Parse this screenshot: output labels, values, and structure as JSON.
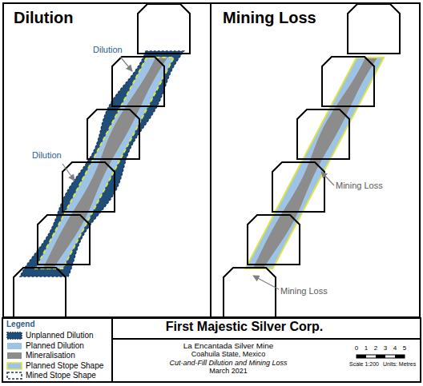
{
  "diagram": {
    "title": "First Majestic Silver Corp.",
    "nodes": [
      {
        "text": [
          "Dilution"
        ]
      },
      {
        "text": [
          "Mining Loss"
        ]
      },
      {
        "text": [
          "La Encantada Silver Mine",
          "Coahuila State, Mexico",
          "Cut-and-Fill Dilution and Mining Loss",
          "March 2021"
        ]
      }
    ],
    "labels": [
      "Dilution",
      "Dilution",
      "Mining Loss",
      "Mining Loss",
      "Legend",
      "0",
      "1",
      "2",
      "3",
      "4",
      "5",
      "Scale 1:200",
      "Units: Metres"
    ],
    "legend": [
      {
        "text": "Unplanned Dilution",
        "color": "#1f4e79"
      },
      {
        "text": "Planned Dilution",
        "color": "#9dc3e6"
      },
      {
        "text": "Mineralisation",
        "color": "#8c8c8c"
      },
      {
        "text": "Planned Stope Shape"
      },
      {
        "text": "Mined Stope Shape"
      }
    ]
  }
}
